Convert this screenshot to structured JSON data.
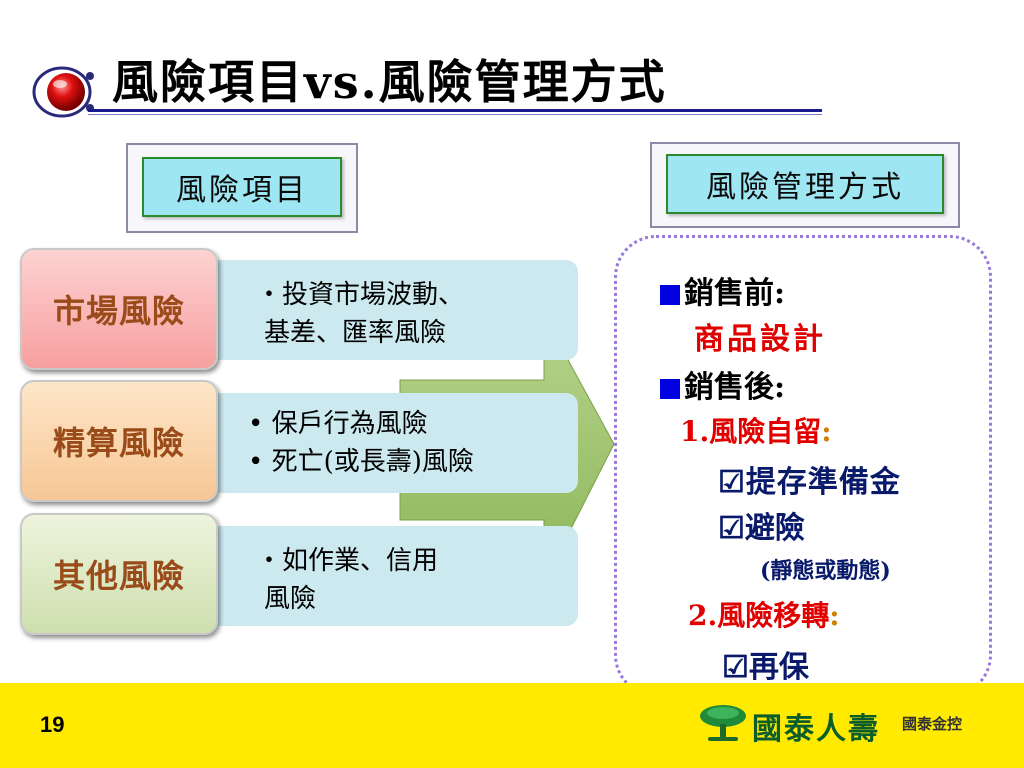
{
  "title": "風險項目vs.風險管理方式",
  "headers": {
    "left": "風險項目",
    "right": "風險管理方式"
  },
  "categories": [
    {
      "label": "市場風險",
      "lines": [
        "・投資市場波動、",
        "基差、匯率風險"
      ]
    },
    {
      "label": "精算風險",
      "lines": [
        "• 保戶行為風險",
        "• 死亡(或長壽)風險"
      ]
    },
    {
      "label": "其他風險",
      "lines": [
        "・如作業、信用",
        "風險"
      ]
    }
  ],
  "management": {
    "before_label": "銷售前:",
    "before_item": "商品設計",
    "after_label": "銷售後:",
    "retention_label": "1.風險自留",
    "retention_colon": ":",
    "retention_items": [
      "☑提存準備金",
      "☑避險"
    ],
    "hedge_note": "(靜態或動態)",
    "transfer_label": "2.風險移轉",
    "transfer_colon": ":",
    "transfer_items": [
      "☑再保"
    ]
  },
  "footer": {
    "page_number": "19",
    "brand": "國泰人壽",
    "sub_brand": "國泰金控"
  },
  "colors": {
    "footer_bg": "#ffea00",
    "brand_green": "#0b5d2a",
    "accent_red": "#e00000",
    "accent_blue": "#0000e0"
  }
}
